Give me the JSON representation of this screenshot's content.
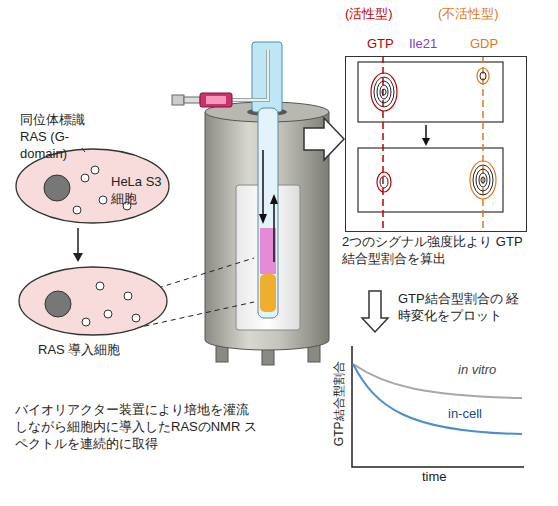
{
  "diagram": {
    "nodes": [
      {
        "text": [
          "同位体標識 RAS (G-domain)",
          "HeLa S3 細胞"
        ]
      },
      {
        "text": [
          "RAS 導入細胞"
        ]
      },
      {
        "text": [
          "2つのシグナル強度比より GTP結合型割合を算出"
        ]
      },
      {
        "text": [
          "GTP結合型割合",
          "time",
          "in vitro",
          "in-cell"
        ]
      }
    ],
    "edges": [
      {
        "from": 0,
        "to": 1,
        "arrow": "to"
      },
      {
        "from": 2,
        "to": 3,
        "arrow": "to",
        "label": "GTP結合型割合の 経時変化をプロット"
      }
    ],
    "labels": [
      "(活性型)",
      "(不活性型)",
      "GTP",
      "Ile21",
      "GDP",
      "バイオリアクター装置により培地を灌流 しながら細胞内に導入したRASのNMR スペクトルを連続的に取得"
    ]
  }
}
